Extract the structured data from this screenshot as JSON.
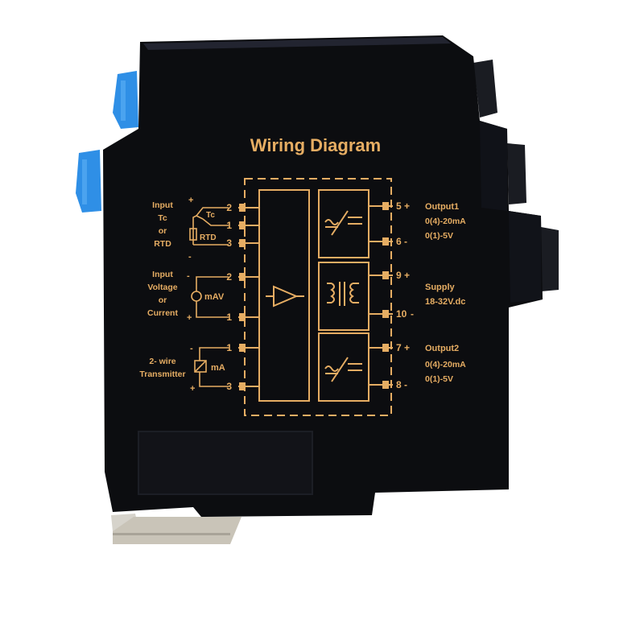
{
  "product": {
    "title": "Wiring Diagram",
    "colors": {
      "housing": "#0c0d10",
      "print": "#e6ad63",
      "terminal_blue": "#2f8fe6",
      "clip_metal": "#c9c4b8"
    }
  },
  "inputs": {
    "tc_rtd": {
      "line1": "Input",
      "line2": "Tc",
      "line3": "or",
      "line4": "RTD",
      "tc_label": "Tc",
      "rtd_label": "RTD",
      "terminals": [
        "2",
        "1",
        "3"
      ],
      "pol_plus": "+",
      "pol_minus": "-"
    },
    "voltage_current": {
      "line1": "Input",
      "line2": "Voltage",
      "line3": "or",
      "line4": "Current",
      "source_label": "mAV",
      "terminals": [
        "2",
        "1"
      ],
      "pol_minus": "-",
      "pol_plus": "+"
    },
    "transmitter": {
      "line1": "2- wire",
      "line2": "Transmitter",
      "source_label": "mA",
      "terminals": [
        "1",
        "3"
      ],
      "pol_minus": "-",
      "pol_plus": "+"
    }
  },
  "outputs": {
    "output1": {
      "name": "Output1",
      "range_current": "0(4)-20mA",
      "range_voltage": "0(1)-5V",
      "terminal_plus": "5",
      "terminal_minus": "6",
      "pol_plus": "+",
      "pol_minus": "-"
    },
    "supply": {
      "name": "Supply",
      "spec": "18-32V.dc",
      "terminal_plus": "9",
      "terminal_minus": "10",
      "pol_plus": "+",
      "pol_minus": "-"
    },
    "output2": {
      "name": "Output2",
      "range_current": "0(4)-20mA",
      "range_voltage": "0(1)-5V",
      "terminal_plus": "7",
      "terminal_minus": "8",
      "pol_plus": "+",
      "pol_minus": "-"
    }
  },
  "icons": {
    "amplifier": "amplifier-triangle-icon",
    "isolator": "isolation-transformer-icon",
    "converter": "ac-dc-converter-icon",
    "thermocouple": "thermocouple-icon",
    "rtd": "resistor-icon",
    "current_source": "current-source-icon",
    "transmitter": "transmitter-icon"
  }
}
